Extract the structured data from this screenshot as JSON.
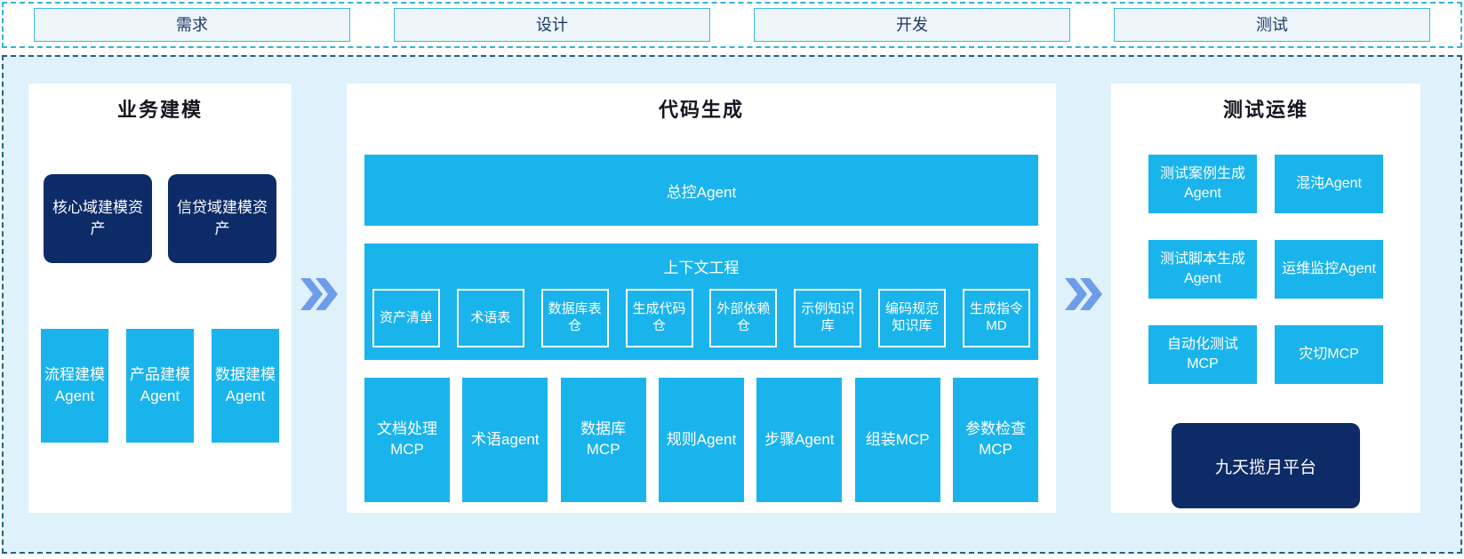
{
  "phase_bar": {
    "items": [
      {
        "label": "需求"
      },
      {
        "label": "设计"
      },
      {
        "label": "开发"
      },
      {
        "label": "测试"
      }
    ]
  },
  "panels": {
    "business_modeling": {
      "title": "业务建模",
      "asset_boxes": [
        {
          "label": "核心域建模资产"
        },
        {
          "label": "信贷域建模资产"
        }
      ],
      "agent_boxes": [
        {
          "label": "流程建模Agent"
        },
        {
          "label": "产品建模Agent"
        },
        {
          "label": "数据建模Agent"
        }
      ]
    },
    "code_generation": {
      "title": "代码生成",
      "master_agent_label": "总控Agent",
      "context_engineering": {
        "title": "上下文工程",
        "items": [
          {
            "label": "资产清单"
          },
          {
            "label": "术语表"
          },
          {
            "label": "数据库表仓"
          },
          {
            "label": "生成代码仓"
          },
          {
            "label": "外部依赖仓"
          },
          {
            "label": "示例知识库"
          },
          {
            "label": "编码规范知识库"
          },
          {
            "label": "生成指令MD"
          }
        ]
      },
      "tool_boxes": [
        {
          "label": "文档处理MCP"
        },
        {
          "label": "术语agent"
        },
        {
          "label": "数据库MCP"
        },
        {
          "label": "规则Agent"
        },
        {
          "label": "步骤Agent"
        },
        {
          "label": "组装MCP"
        },
        {
          "label": "参数检查MCP"
        }
      ]
    },
    "test_ops": {
      "title": "测试运维",
      "agent_boxes": [
        {
          "label": "测试案例生成Agent"
        },
        {
          "label": "混沌Agent"
        },
        {
          "label": "测试脚本生成Agent"
        },
        {
          "label": "运维监控Agent"
        },
        {
          "label": "自动化测试MCP"
        },
        {
          "label": "灾切MCP"
        }
      ],
      "platform_label": "九天揽月平台"
    }
  },
  "icons": {
    "flow_arrow": "double-chevron-right"
  },
  "colors": {
    "cyan_box": "#1ab4ec",
    "navy_box": "#0d2b67",
    "arrow_blue": "#6d9ceb",
    "container_background": "#dff1fb",
    "container_dashed_border": "#1f618d",
    "phase_bar_dashed_border": "#35b3d6",
    "phase_box_fill": "#edf5fa",
    "phase_box_border": "#41b8da",
    "phase_text": "#1f3864",
    "title_text": "#15151f"
  }
}
